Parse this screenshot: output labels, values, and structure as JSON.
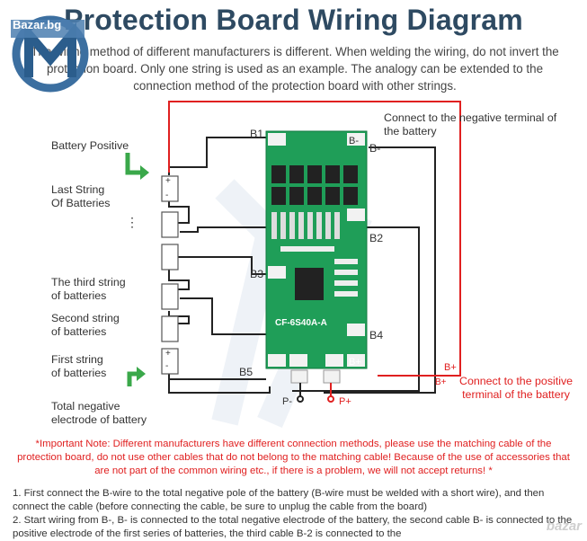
{
  "title": "Protection Board Wiring Diagram",
  "intro": "The wiring method of different manufacturers is different. When welding the wiring, do not invert the protection board. Only one string is used as an example. The analogy can be extended to the connection method of the protection board with other strings.",
  "logo": {
    "site_text": "Bazar.bg",
    "icon": "logo-icon"
  },
  "labels": {
    "battery_positive": "Battery Positive",
    "last_string": "Last String\nOf Batteries",
    "third_string": "The third string\nof batteries",
    "second_string": "Second string\nof batteries",
    "first_string": "First string\nof batteries",
    "total_negative": "Total negative\nelectrode of battery",
    "connect_negative": "Connect to the negative terminal of\nthe battery",
    "connect_positive": "Connect to the positive\nterminal of the battery"
  },
  "terminals": {
    "b1": "B1",
    "b_minus": "B-",
    "b_minus_pcb": "B-",
    "b2": "B2",
    "b3": "B3",
    "b4": "B4",
    "b5": "B5",
    "b_plus": "B+",
    "b_plus_right": "B+",
    "b_plus_red": "B+",
    "p_minus": "P-",
    "p_plus": "P+"
  },
  "board": {
    "model": "CF-6S40A-A",
    "color": "#1f9e58"
  },
  "battery_symbol": {
    "plus": "+",
    "minus": "-"
  },
  "dots": "⋮",
  "important_note": "*Important Note: Different manufacturers have different connection methods, please use the matching cable of the protection board, do not use other cables that do not belong to the matching cable! Because of the use of accessories that are not part of the common wiring etc., if there is a problem, we will not accept returns! *",
  "steps": [
    "1. First connect the B-wire to the total negative pole of the battery (B-wire must be welded with a short wire), and then connect the cable (before connecting the cable, be sure to unplug the cable from the board)",
    "2. Start wiring from B-, B- is connected to the total negative electrode of the battery, the second cable B- is connected to the positive electrode of the first series of batteries, the third cable B-2 is connected to the"
  ],
  "watermark": "bazar",
  "colors": {
    "title": "#2e4a62",
    "red": "#e02020",
    "green": "#3aa84a",
    "wire": "#222222"
  }
}
